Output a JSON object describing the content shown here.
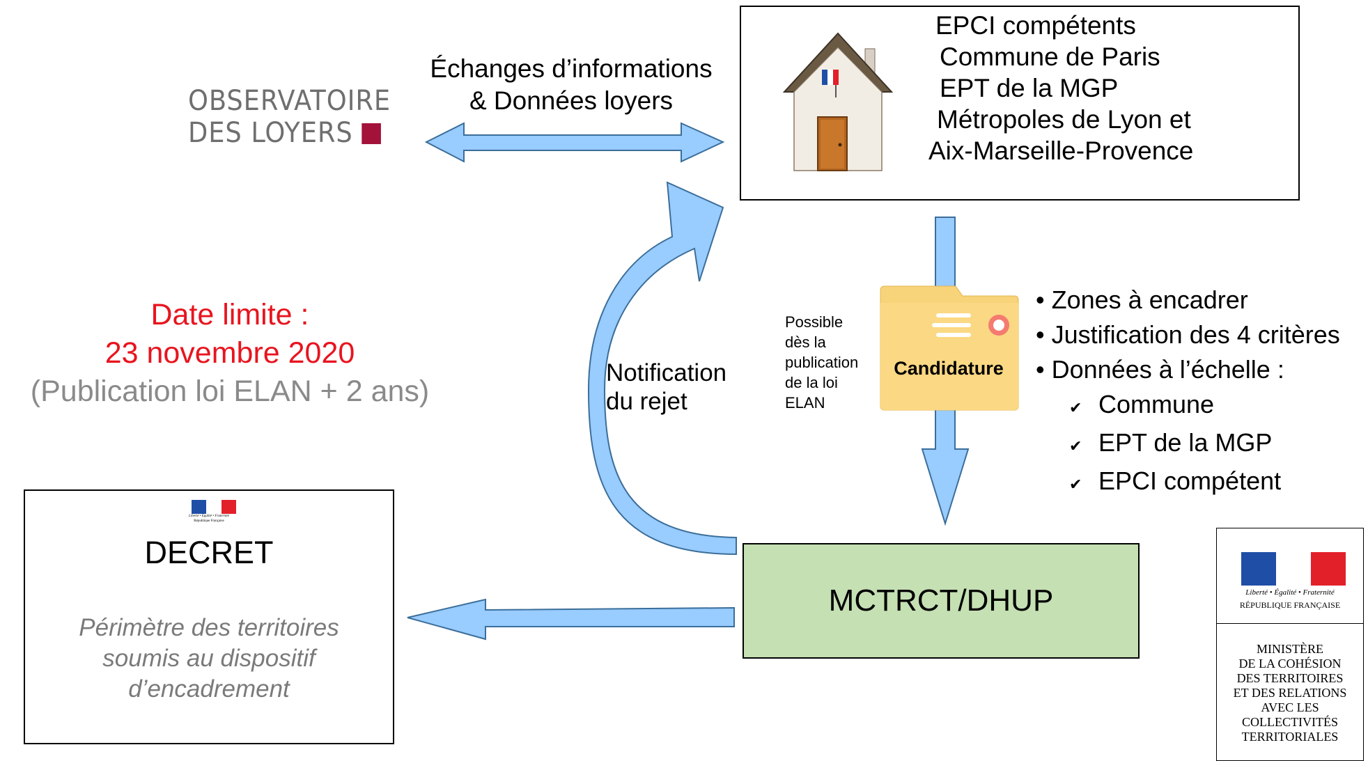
{
  "observatoire": {
    "line1": "OBSERVATOIRE",
    "line2": "DES LOYERS",
    "accent_color": "#a3123a"
  },
  "exchange": {
    "line1": "Échanges d’informations",
    "line2": "& Données loyers"
  },
  "epci": {
    "lines": [
      "EPCI compétents",
      "Commune de Paris",
      "EPT de la MGP",
      "Métropoles de Lyon et",
      "Aix-Marseille-Provence"
    ],
    "icon": "house-icon"
  },
  "deadline": {
    "line1": "Date limite :",
    "line2": "23 novembre 2020",
    "line3": "(Publication loi ELAN + 2 ans)",
    "highlight_color": "#e8141e"
  },
  "notification": {
    "line1": "Notification",
    "line2": "du rejet"
  },
  "possible": {
    "lines": [
      "Possible",
      "dès la",
      "publication",
      "de la loi",
      "ELAN"
    ]
  },
  "candidature": {
    "label": "Candidature",
    "icon": "folder-icon"
  },
  "criteria": {
    "items": [
      "Zones à encadrer",
      "Justification des 4 critères",
      "Données à l’échelle :"
    ],
    "subitems": [
      "Commune",
      "EPT de la MGP",
      "EPCI compétent"
    ]
  },
  "mctrct": {
    "label": "MCTRCT/DHUP",
    "fill_color": "#c5e0b3"
  },
  "decret": {
    "title": "DECRET",
    "subtitle_lines": [
      "Périmètre des territoires",
      "soumis au dispositif",
      "d’encadrement"
    ],
    "motto": "Liberté • Égalité • Fraternité",
    "republique": "République Française"
  },
  "ministere": {
    "motto": "Liberté • Égalité • Fraternité",
    "republique": "RÉPUBLIQUE FRANÇAISE",
    "name_lines": [
      "MINISTÈRE",
      "DE LA COHÉSION",
      "DES TERRITOIRES",
      "ET DES RELATIONS",
      "AVEC LES",
      "COLLECTIVITÉS",
      "TERRITORIALES"
    ]
  },
  "colors": {
    "arrow_fill": "#99ccff",
    "arrow_stroke": "#3b6e99"
  }
}
